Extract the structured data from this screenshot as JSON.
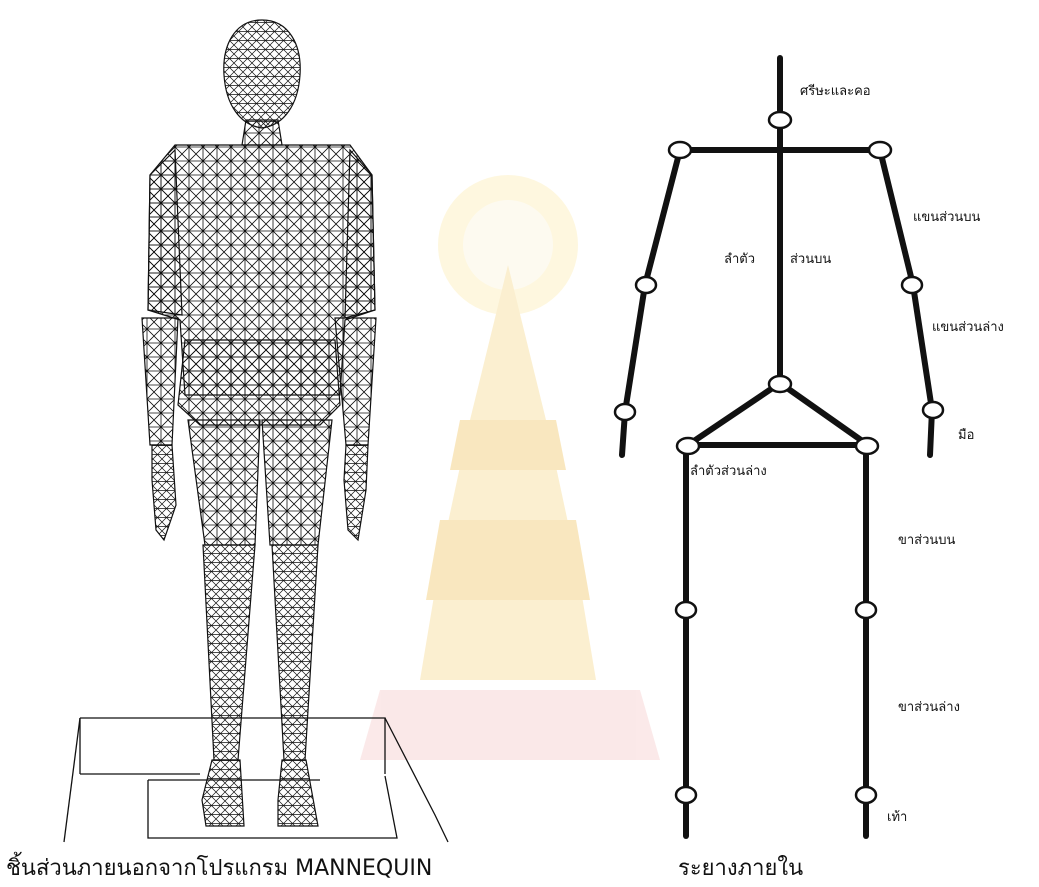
{
  "colors": {
    "background": "#ffffff",
    "line": "#111111",
    "watermark": "#f3c23a"
  },
  "skeleton_labels": {
    "head_neck": "ศรีษะและคอ",
    "upper_arm": "แขนส่วนบน",
    "torso_upper_left": "ลำตัว",
    "torso_upper_right": "ส่วนบน",
    "lower_arm": "แขนส่วนล่าง",
    "hand": "มือ",
    "lower_torso": "ลำตัวส่วนล่าง",
    "upper_leg": "ขาส่วนบน",
    "lower_leg": "ขาส่วนล่าง",
    "foot": "เท้า"
  },
  "captions": {
    "left": "ชิ้นส่วนภายนอกจากโปรแกรม MANNEQUIN",
    "right": "ระยางภายใน"
  }
}
